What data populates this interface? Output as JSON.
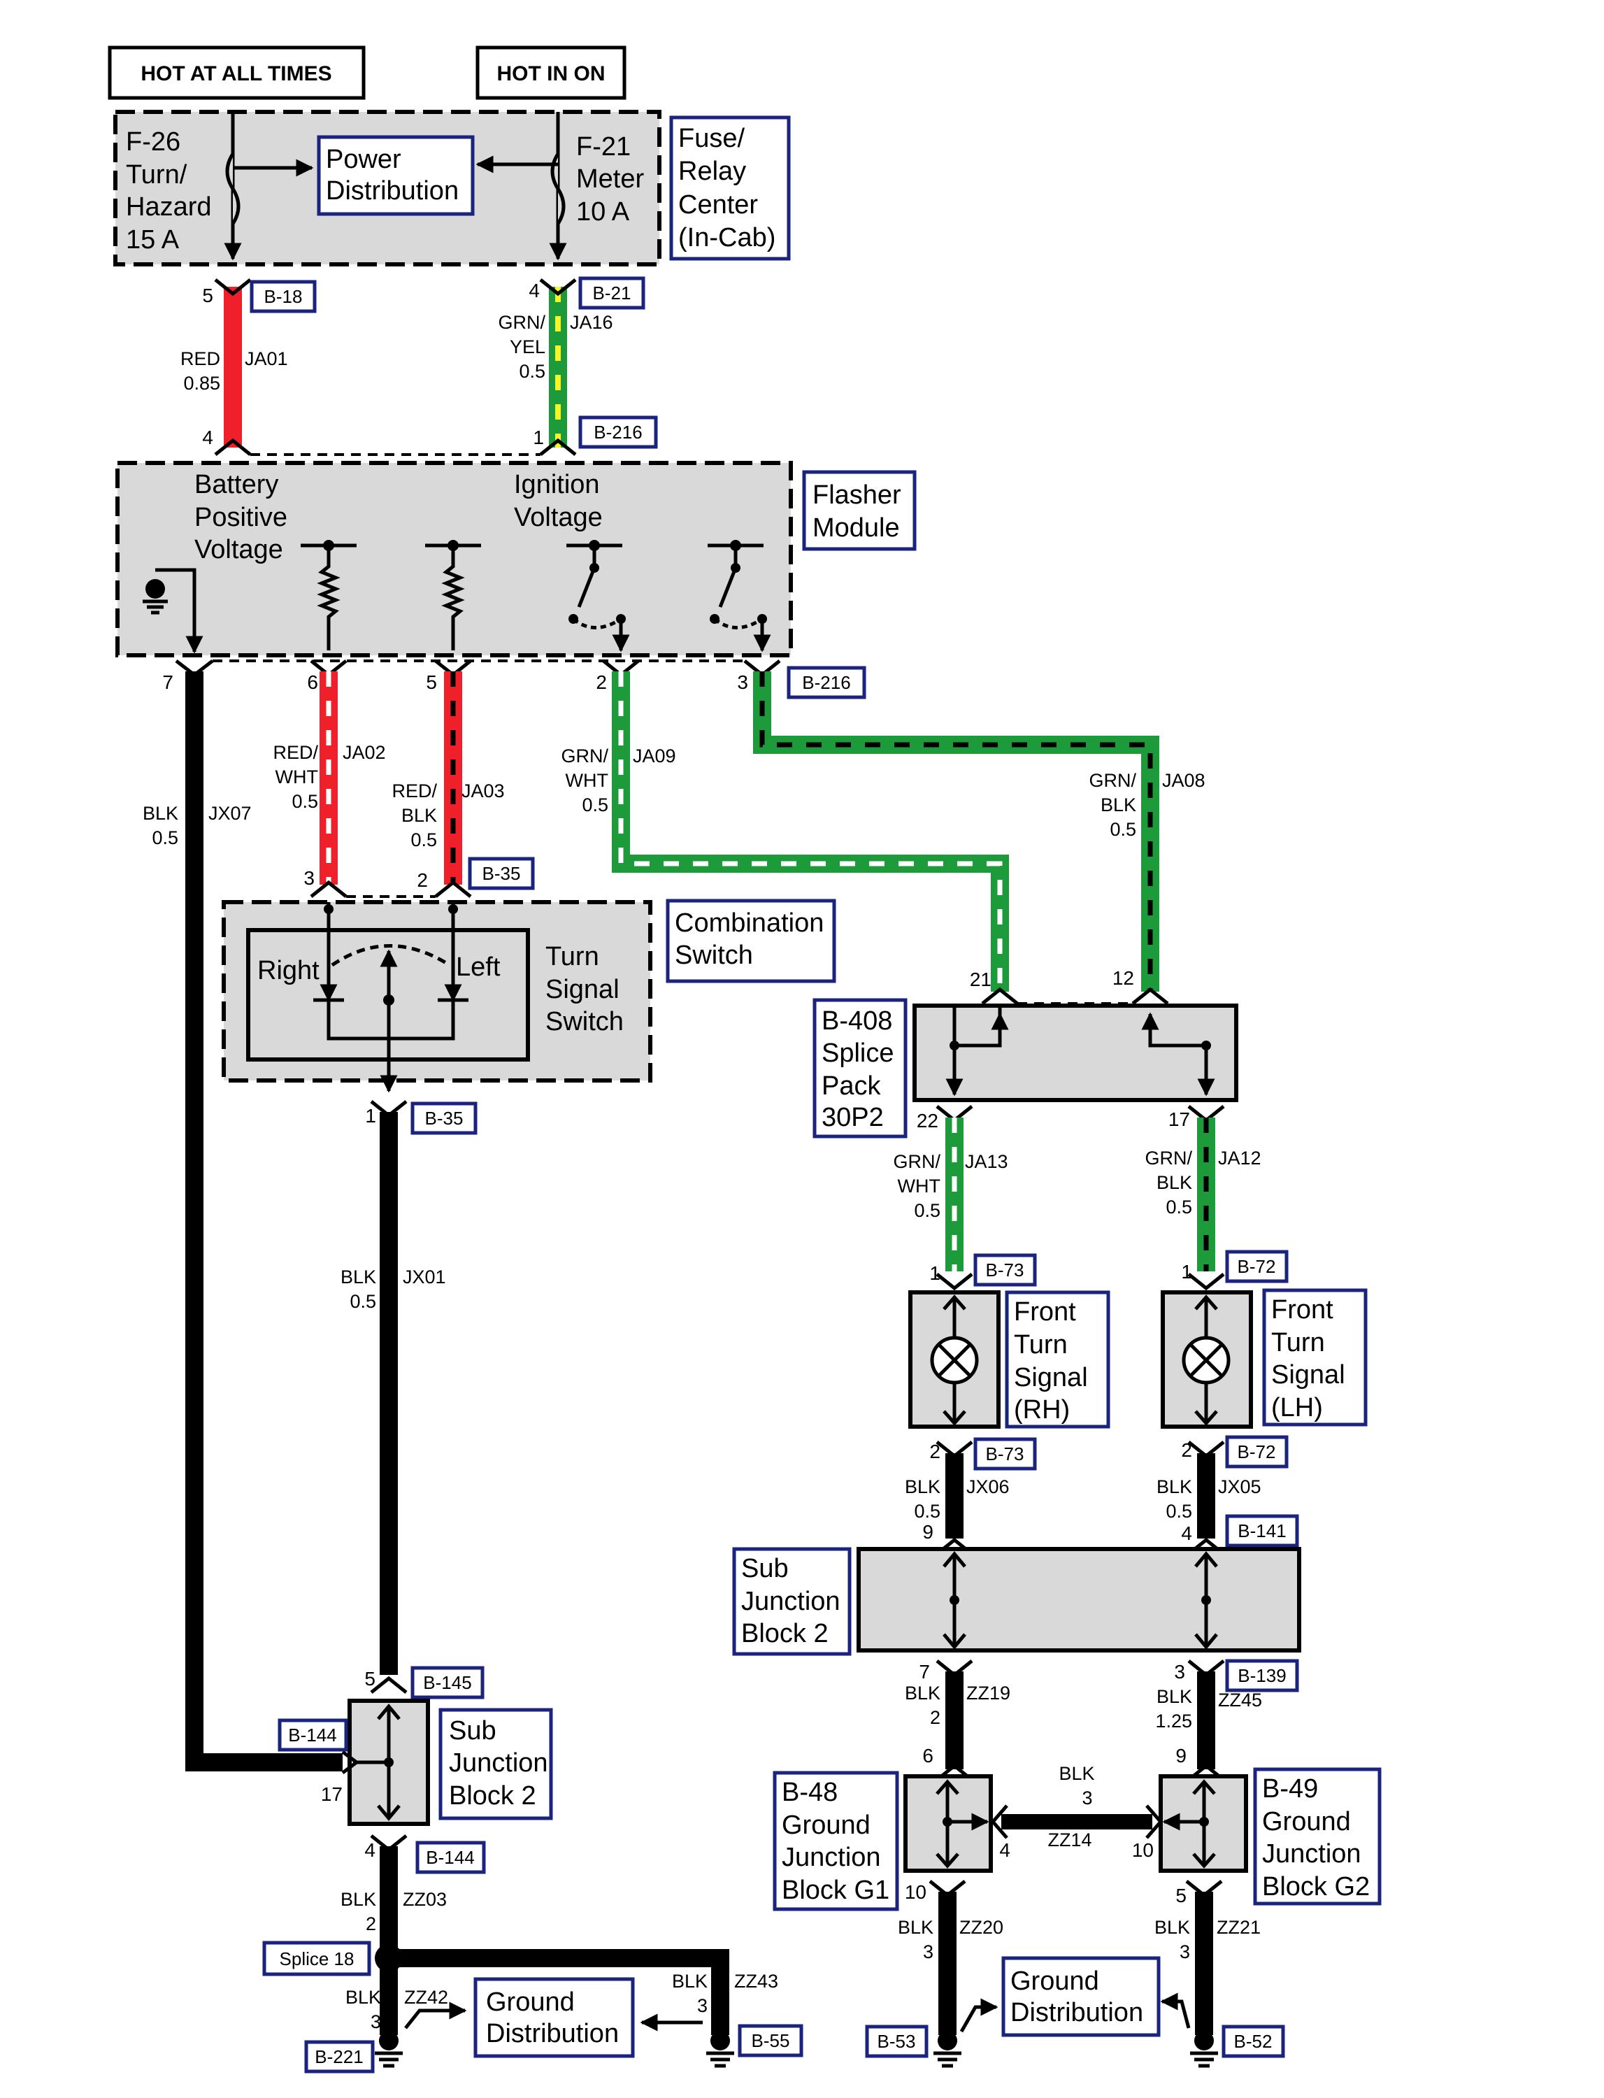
{
  "header": {
    "hot_all": "HOT AT ALL TIMES",
    "hot_on": "HOT IN ON"
  },
  "fuse_center": {
    "fuse1": [
      "F-26",
      "Turn/",
      "Hazard",
      "15 A"
    ],
    "fuse2": [
      "F-21",
      "Meter",
      "10 A"
    ],
    "power_dist": [
      "Power",
      "Distribution"
    ],
    "label": [
      "Fuse/",
      "Relay",
      "Center",
      "(In-Cab)"
    ]
  },
  "flasher": {
    "label": [
      "Flasher",
      "Module"
    ],
    "batt": [
      "Battery",
      "Positive",
      "Voltage"
    ],
    "ign": [
      "Ignition",
      "Voltage"
    ]
  },
  "combo": {
    "label": [
      "Combination",
      "Switch"
    ],
    "right": "Right",
    "left": "Left",
    "tss": [
      "Turn",
      "Signal",
      "Switch"
    ]
  },
  "splice_pack": {
    "label": [
      "B-408",
      "Splice",
      "Pack",
      "30P2"
    ]
  },
  "front_rh": {
    "label": [
      "Front",
      "Turn",
      "Signal",
      "(RH)"
    ]
  },
  "front_lh": {
    "label": [
      "Front",
      "Turn",
      "Signal",
      "(LH)"
    ]
  },
  "sjb2_right": {
    "label": [
      "Sub",
      "Junction",
      "Block 2"
    ]
  },
  "sjb2_left": {
    "label": [
      "Sub",
      "Junction",
      "Block 2"
    ]
  },
  "g1": {
    "label": [
      "B-48",
      "Ground",
      "Junction",
      "Block G1"
    ]
  },
  "g2": {
    "label": [
      "B-49",
      "Ground",
      "Junction",
      "Block G2"
    ]
  },
  "ground_dist_left": [
    "Ground",
    "Distribution"
  ],
  "ground_dist_right": [
    "Ground",
    "Distribution"
  ],
  "splice18": "Splice 18",
  "connectors": {
    "b18": "B-18",
    "b21": "B-21",
    "b216a": "B-216",
    "b216b": "B-216",
    "b35a": "B-35",
    "b35b": "B-35",
    "b73a": "B-73",
    "b73b": "B-73",
    "b72a": "B-72",
    "b72b": "B-72",
    "b141": "B-141",
    "b139": "B-139",
    "b145": "B-145",
    "b144a": "B-144",
    "b144b": "B-144",
    "b53": "B-53",
    "b52": "B-52",
    "b221": "B-221",
    "b55": "B-55"
  },
  "wires": {
    "ja01": {
      "color": "RED",
      "size": "0.85",
      "circuit": "JA01"
    },
    "ja16": {
      "color1": "GRN/",
      "color2": "YEL",
      "size": "0.5",
      "circuit": "JA16"
    },
    "ja02": {
      "color1": "RED/",
      "color2": "WHT",
      "size": "0.5",
      "circuit": "JA02"
    },
    "ja03": {
      "color1": "RED/",
      "color2": "BLK",
      "size": "0.5",
      "circuit": "JA03"
    },
    "ja09": {
      "color1": "GRN/",
      "color2": "WHT",
      "size": "0.5",
      "circuit": "JA09"
    },
    "ja08": {
      "color1": "GRN/",
      "color2": "BLK",
      "size": "0.5",
      "circuit": "JA08"
    },
    "jx07": {
      "color": "BLK",
      "size": "0.5",
      "circuit": "JX07"
    },
    "jx01": {
      "color": "BLK",
      "size": "0.5",
      "circuit": "JX01"
    },
    "ja13": {
      "color1": "GRN/",
      "color2": "WHT",
      "size": "0.5",
      "circuit": "JA13"
    },
    "ja12": {
      "color1": "GRN/",
      "color2": "BLK",
      "size": "0.5",
      "circuit": "JA12"
    },
    "jx06": {
      "color": "BLK",
      "size": "0.5",
      "circuit": "JX06"
    },
    "jx05": {
      "color": "BLK",
      "size": "0.5",
      "circuit": "JX05"
    },
    "zz19": {
      "color": "BLK",
      "size": "2",
      "circuit": "ZZ19"
    },
    "zz45": {
      "color": "BLK",
      "size": "1.25",
      "circuit": "ZZ45"
    },
    "zz14": {
      "color": "BLK",
      "size": "3",
      "circuit": "ZZ14"
    },
    "zz20": {
      "color": "BLK",
      "size": "3",
      "circuit": "ZZ20"
    },
    "zz21": {
      "color": "BLK",
      "size": "3",
      "circuit": "ZZ21"
    },
    "zz03": {
      "color": "BLK",
      "size": "2",
      "circuit": "ZZ03"
    },
    "zz42": {
      "color": "BLK",
      "size": "3",
      "circuit": "ZZ42"
    },
    "zz43": {
      "color": "BLK",
      "size": "3",
      "circuit": "ZZ43"
    }
  },
  "pins": {
    "p5a": "5",
    "p4a": "4",
    "p4b": "4",
    "p1a": "1",
    "p7": "7",
    "p6": "6",
    "p5b": "5",
    "p2a": "2",
    "p3a": "3",
    "p3b": "3",
    "p2b": "2",
    "p1b": "1",
    "p21": "21",
    "p12": "12",
    "p22": "22",
    "p17a": "17",
    "p1c": "1",
    "p1d": "1",
    "p2c": "2",
    "p2d": "2",
    "p9a": "9",
    "p4c": "4",
    "p7b": "7",
    "p3c": "3",
    "p6b": "6",
    "p9b": "9",
    "p4d": "4",
    "p10a": "10",
    "p10b": "10",
    "p5c": "5",
    "p5d": "5",
    "p17b": "17",
    "p4e": "4"
  },
  "colors": {
    "red": "#f0202a",
    "green": "#1d9a3a",
    "black": "#000000",
    "yellow": "#f5f52a",
    "box_fill": "#d9d9d9",
    "label_border": "#1a237e"
  }
}
